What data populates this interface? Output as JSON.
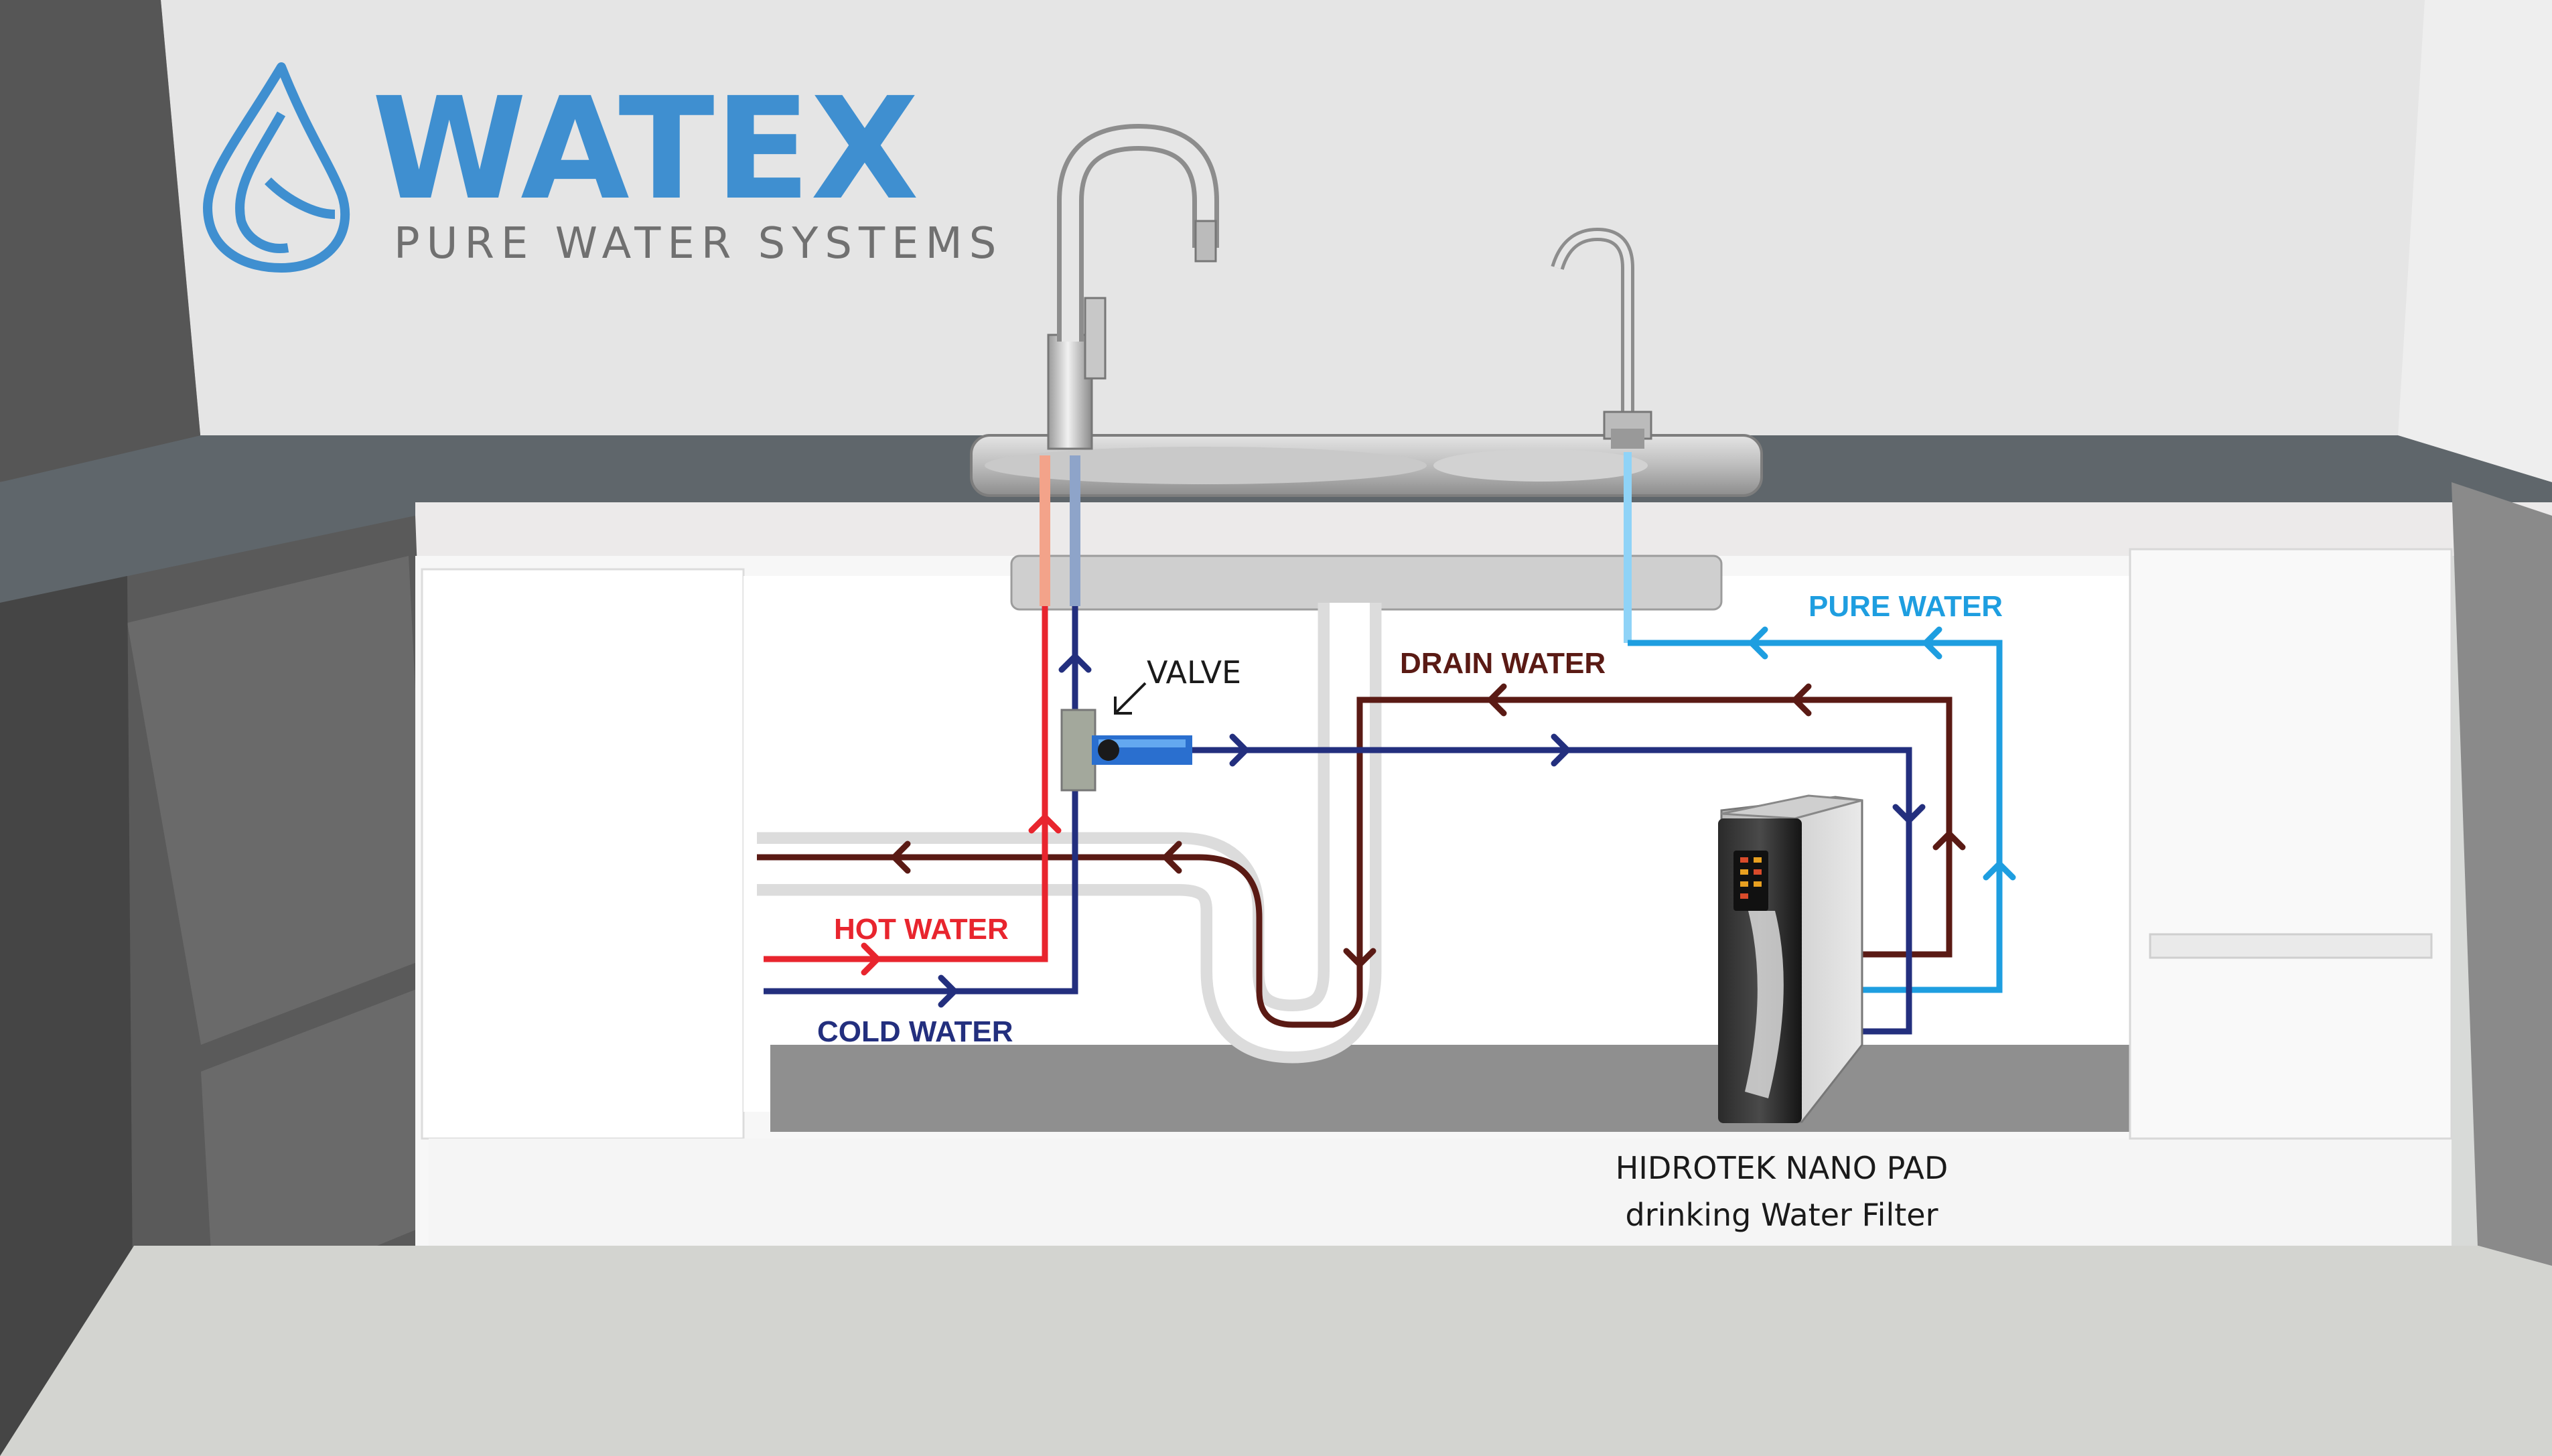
{
  "brand": {
    "name": "WATEX",
    "tagline": "PURE WATER SYSTEMS",
    "color": "#3f8fd0",
    "tagline_color": "#707070"
  },
  "labels": {
    "pure_water": "PURE WATER",
    "drain_water": "DRAIN WATER",
    "valve": "VALVE",
    "hot_water": "HOT WATER",
    "cold_water": "COLD WATER",
    "product_line1": "HIDROTEK NANO PAD",
    "product_line2": "drinking Water Filter"
  },
  "colors": {
    "pure_water": "#1e9ee0",
    "drain_water": "#5a1a14",
    "hot_water": "#e8252e",
    "cold_water": "#232f7e"
  },
  "icons": [
    "water-drop-logo-icon",
    "kitchen-faucet-icon",
    "drinking-faucet-icon",
    "valve-icon",
    "filter-unit-icon"
  ]
}
